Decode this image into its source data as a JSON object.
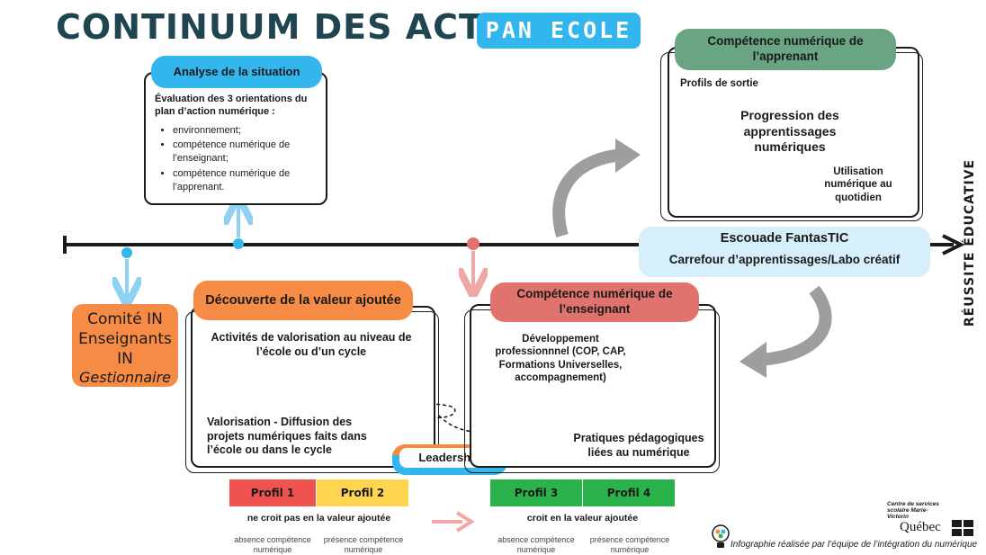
{
  "title": "CONTINUUM DES ACTIONS",
  "title_badge": "PAN ECOLE",
  "analyse": {
    "header": "Analyse de la situation",
    "intro": "Évaluation des 3 orientations du plan d’action numérique :",
    "items": [
      "environnement;",
      "compétence numérique de l’enseignant;",
      "compétence numérique de l’apprenant."
    ]
  },
  "comite": {
    "line1": "Comité IN",
    "line2": "Enseignants IN",
    "line3": "Gestionnaire"
  },
  "decouverte": {
    "header": "Découverte de la valeur ajoutée",
    "text1": "Activités de valorisation au niveau de l’école ou d’un cycle",
    "text2": "Valorisation - Diffusion des projets numériques faits dans l’école ou dans le cycle"
  },
  "leadership": "Leadership",
  "enseignant": {
    "header": "Compétence numérique de l’enseignant",
    "text1": "Développement professionnnel (COP, CAP, Formations Universelles, accompagnement)",
    "text2": "Pratiques pédagogiques liées au numérique"
  },
  "apprenant": {
    "header": "Compétence numérique de l’apprenant",
    "profils": "Profils de sortie",
    "progression": "Progression des apprentissages numériques",
    "utilisation": "Utilisation numérique au quotidien"
  },
  "escouade": {
    "line1": "Escouade FantasTIC",
    "line2": "Carrefour d’apprentissages/Labo créatif"
  },
  "reussite": "RÉUSSITE ÉDUCATIVE",
  "profils": [
    {
      "label": "Profil 1",
      "color": "#ef5350"
    },
    {
      "label": "Profil 2",
      "color": "#ffd54f"
    },
    {
      "label": "Profil 3",
      "color": "#2bb34b"
    },
    {
      "label": "Profil 4",
      "color": "#2bb34b"
    }
  ],
  "valeur_left": "ne croit pas en la valeur ajoutée",
  "valeur_right": "croit en la valeur ajoutée",
  "sub_labels": [
    "absence compétence numérique",
    "présence compétence numérique",
    "absence compétence numérique",
    "présence compétence numérique"
  ],
  "css_block": "Centre de services scolaire Marie-Victorin",
  "quebec": "Québec",
  "credit": "Infographie réalisée par l’équipe de l’intégration du numérique",
  "colors": {
    "blue": "#33b6ee",
    "green": "#6aa583",
    "orange": "#f68b45",
    "red": "#e0736e",
    "lightblue": "#d6f0fb"
  }
}
